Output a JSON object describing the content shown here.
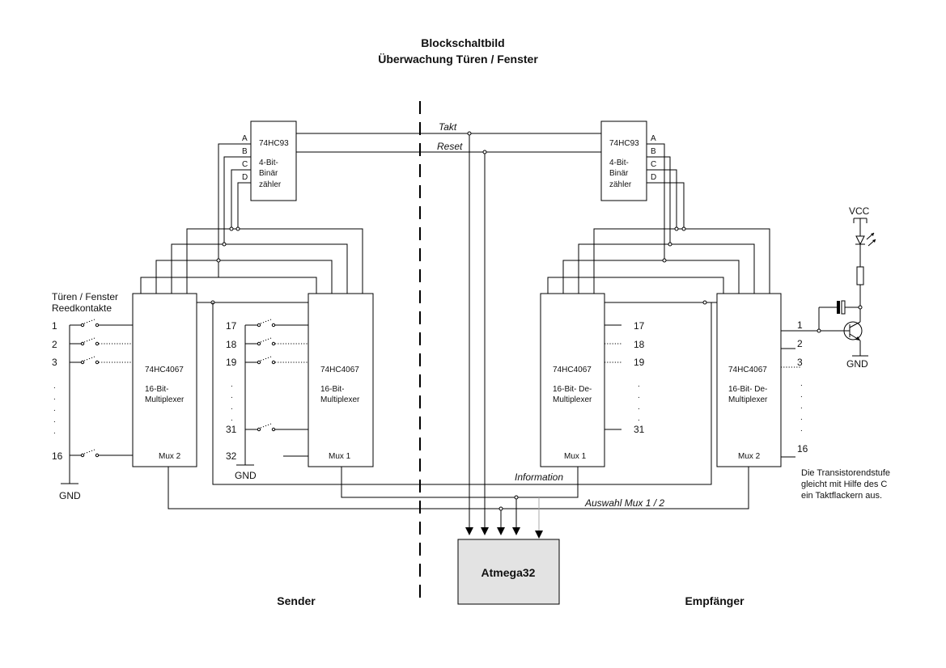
{
  "title": {
    "line1": "Blockschaltbild",
    "line2": "Überwachung Türen / Fenster"
  },
  "sides": {
    "sender": "Sender",
    "receiver": "Empfänger"
  },
  "signals": {
    "takt": "Takt",
    "reset": "Reset",
    "information": "Information",
    "auswahl": "Auswahl Mux 1 / 2"
  },
  "counter": {
    "chip": "74HC93",
    "line1": "4-Bit-",
    "line2": "Binär",
    "line3": "zähler",
    "pins": [
      "A",
      "B",
      "C",
      "D"
    ]
  },
  "sender": {
    "caption1": "Türen / Fenster",
    "caption2": "Reedkontakte",
    "mux2": {
      "chip": "74HC4067",
      "line1": "16-Bit-",
      "line2": "Multiplexer",
      "name": "Mux 2"
    },
    "mux1": {
      "chip": "74HC4067",
      "line1": "16-Bit-",
      "line2": "Multiplexer",
      "name": "Mux 1"
    },
    "inputs_left": [
      "1",
      "2",
      "3",
      "16"
    ],
    "inputs_right": [
      "17",
      "18",
      "19",
      "31",
      "32"
    ],
    "gnd_left": "GND",
    "gnd_right": "GND"
  },
  "receiver": {
    "mux1": {
      "chip": "74HC4067",
      "line1": "16-Bit- De-",
      "line2": "Multiplexer",
      "name": "Mux 1"
    },
    "mux2": {
      "chip": "74HC4067",
      "line1": "16-Bit- De-",
      "line2": "Multiplexer",
      "name": "Mux 2"
    },
    "outputs_mux1": [
      "17",
      "18",
      "19",
      "31"
    ],
    "outputs_mux2": [
      "1",
      "2",
      "3",
      "16"
    ],
    "vcc": "VCC",
    "gnd": "GND",
    "note": [
      "Die Transistorendstufe",
      "gleicht mit Hilfe des C",
      "ein Taktflackern aus."
    ]
  },
  "controller": {
    "label": "Atmega32"
  },
  "colors": {
    "controller_fill": "#e3e3e3",
    "line": "#000000"
  }
}
